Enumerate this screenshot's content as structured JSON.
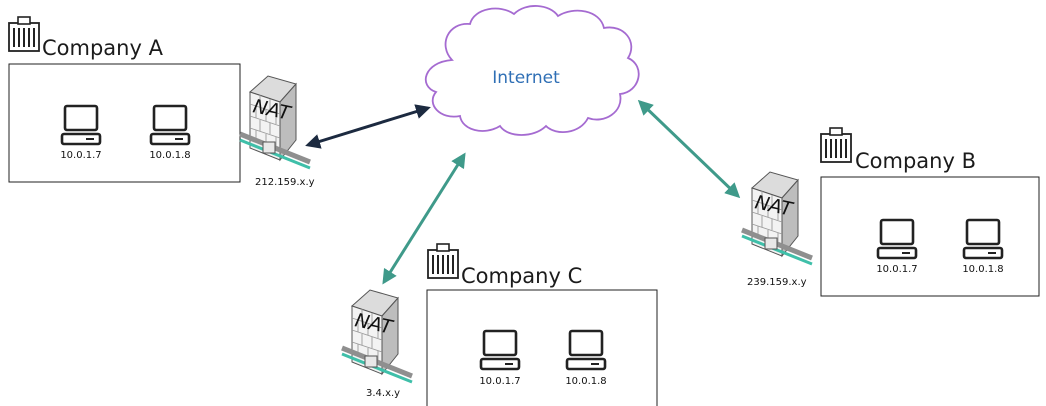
{
  "colors": {
    "cloud_stroke": "#a56bd1",
    "internet_text": "#2f6fb5",
    "link_dark": "#1c2a40",
    "link_teal": "#3f9a8a",
    "nat_cable": "#3fbfa9"
  },
  "internet": {
    "label": "Internet"
  },
  "sites": [
    {
      "name": "Company A",
      "public_ip": "212.159.x.y",
      "nat_label": "NAT",
      "hosts": [
        "10.0.1.7",
        "10.0.1.8"
      ],
      "link_style": "dark"
    },
    {
      "name": "Company B",
      "public_ip": "239.159.x.y",
      "nat_label": "NAT",
      "hosts": [
        "10.0.1.7",
        "10.0.1.8"
      ],
      "link_style": "teal"
    },
    {
      "name": "Company C",
      "public_ip": "3.4.x.y",
      "nat_label": "NAT",
      "hosts": [
        "10.0.1.7",
        "10.0.1.8"
      ],
      "link_style": "teal"
    }
  ]
}
